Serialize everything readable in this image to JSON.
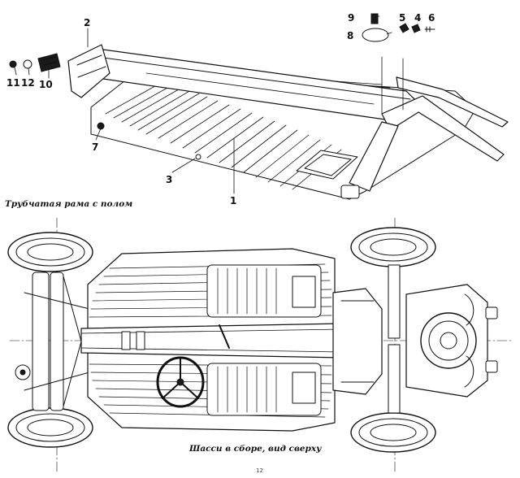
{
  "figure_top": {
    "caption": "Трубчатая рама с полом",
    "callouts": [
      "1",
      "2",
      "3",
      "4",
      "5",
      "6",
      "7",
      "8",
      "9",
      "10",
      "11",
      "12"
    ]
  },
  "figure_bottom": {
    "caption": "Шасси в сборе, вид сверху"
  },
  "page_mark": "12"
}
